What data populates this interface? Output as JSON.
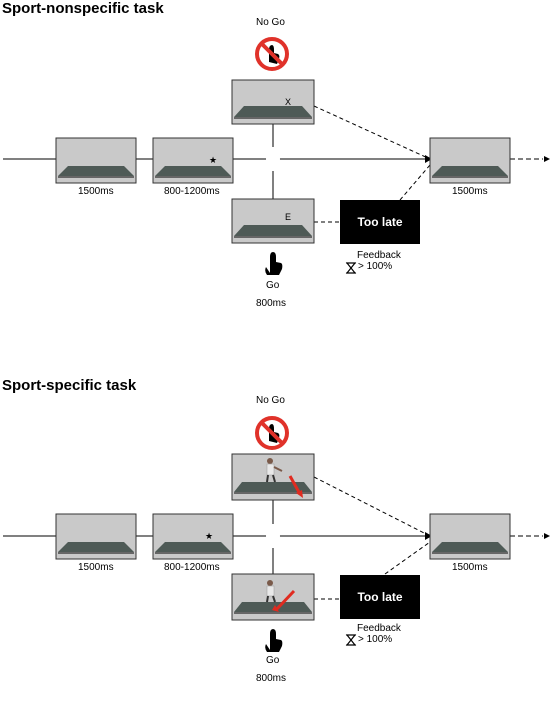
{
  "panels": [
    {
      "title": "Sport-nonspecific task",
      "nogo_label": "No Go",
      "go_label": "Go",
      "go_duration": "800ms",
      "timing_first": "1500ms",
      "timing_cue": "800-1200ms",
      "timing_last": "1500ms",
      "nogo_stimulus_letter": "X",
      "go_stimulus_letter": "E",
      "feedback_box": "Too late",
      "feedback_label": "Feedback",
      "feedback_threshold": "> 100%"
    },
    {
      "title": "Sport-specific task",
      "nogo_label": "No Go",
      "go_label": "Go",
      "go_duration": "800ms",
      "timing_first": "1500ms",
      "timing_cue": "800-1200ms",
      "timing_last": "1500ms",
      "nogo_stimulus_letter": "",
      "go_stimulus_letter": "",
      "feedback_box": "Too late",
      "feedback_label": "Feedback",
      "feedback_threshold": "> 100%"
    }
  ],
  "colors": {
    "frame_bg": "#c9c9c9",
    "table": "#4e5a56",
    "arrow_red": "#e02b20",
    "prohibit_red": "#e0322a"
  },
  "icons": {
    "nogo": "no-hand-prohibition-icon",
    "go": "pointing-hand-icon",
    "timer": "hourglass-icon"
  }
}
